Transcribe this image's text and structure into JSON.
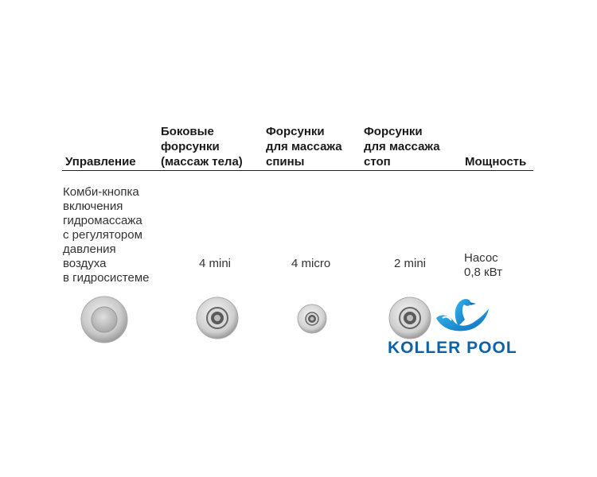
{
  "headers": [
    "Управление",
    "Боковые\nфорсунки\n(массаж тела)",
    "Форсунки\nдля массажа\nспины",
    "Форсунки\nдля массажа\nстоп",
    "Мощность"
  ],
  "row": {
    "control": "Комби-кнопка\nвключения\nгидромассажа\nс регулятором\nдавления\nвоздуха\nв гидросистеме",
    "side_jets": "4 mini",
    "back_jets": "4 micro",
    "foot_jets": "2 mini",
    "power": "Насос\n0,8 кВт"
  },
  "logo": {
    "text": "KOLLER POOL",
    "color": "#0d62aa"
  },
  "icons": [
    "combi-button-icon",
    "mini-nozzle-icon",
    "micro-nozzle-icon",
    "mini-nozzle-icon",
    "swan-icon"
  ]
}
